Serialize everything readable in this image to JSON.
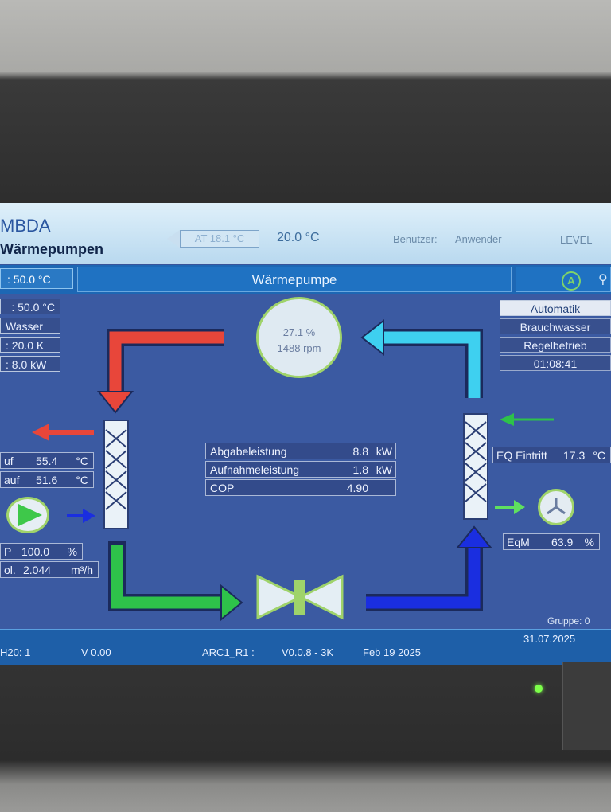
{
  "header": {
    "brand": "MBDA",
    "subtitle": "Wärmepumpen",
    "at_label": "AT  18.1 °C",
    "temperature": "20.0 °C",
    "user_label": "Benutzer:",
    "user_value": "Anwender",
    "level_label": "LEVEL"
  },
  "bar": {
    "left_value": ": 50.0 °C",
    "title": "Wärmepumpe",
    "auto_icon_letter": "A",
    "right_icon": "tap-icon"
  },
  "left_panel": {
    "rows": [
      ": 50.0 °C",
      "Wasser",
      ": 20.0 K",
      ":   8.0 kW"
    ]
  },
  "right_panel": {
    "rows": [
      "Automatik",
      "Brauchwasser",
      "Regelbetrieb",
      "01:08:41"
    ]
  },
  "compressor": {
    "percent": "27.1  %",
    "rpm": "1488  rpm"
  },
  "center_table": [
    {
      "label": "Abgabeleistung",
      "value": "8.8",
      "unit": "kW"
    },
    {
      "label": "Aufnahmeleistung",
      "value": "1.8",
      "unit": "kW"
    },
    {
      "label": "COP",
      "value": "4.90",
      "unit": ""
    }
  ],
  "left_values": {
    "vorlauf_label": "uf",
    "vorlauf_value": "55.4",
    "vorlauf_unit": "°C",
    "ruecklauf_label": "auf",
    "ruecklauf_value": "51.6",
    "ruecklauf_unit": "°C",
    "pump_label": "P",
    "pump_value": "100.0",
    "pump_unit": "%",
    "vol_label": "ol.",
    "vol_value": "2.044",
    "vol_unit": "m³/h"
  },
  "right_values": {
    "eq_label": "EQ Eintritt",
    "eq_value": "17.3",
    "eq_unit": "°C",
    "eqm_label": "EqM",
    "eqm_value": "63.9",
    "eqm_unit": "%"
  },
  "footer": {
    "gruppe": "Gruppe:   0",
    "date": "31.07.2025",
    "h20": "H20:    1",
    "v": "V   0.00",
    "arc": "ARC1_R1 :",
    "version": "V0.0.8 - 3K",
    "build_date": "Feb 19 2025"
  },
  "colors": {
    "hot": "#e8463a",
    "cold_cyan": "#3ed0f0",
    "green": "#2ec24a",
    "blue": "#1a2ee0",
    "accent_green": "#9fd36a"
  }
}
